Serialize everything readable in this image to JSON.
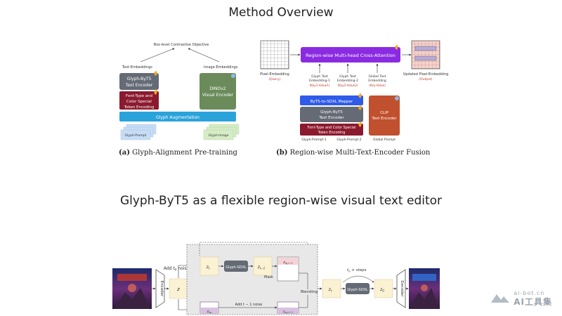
{
  "titles": {
    "method": "Method Overview",
    "editor": "Glyph-ByT5 as a flexible region-wise visual text editor"
  },
  "fig_a": {
    "objective": "Box-level Contrastive Objective",
    "text_embeddings": "Text-Embeddings",
    "image_embeddings": "Image-Embeddings",
    "glyph_byt5": [
      "Glyph-ByT5",
      "Text Encoder"
    ],
    "font_type": [
      "Font-Type and",
      "Color Special",
      "Token Encoding"
    ],
    "dinov2": [
      "DINOv2",
      "Visual Encoder"
    ],
    "glyph_aug": "Glyph Augmentation",
    "glyph_prompt": "Glyph-Prompt",
    "glyph_image": "Glyph-Image",
    "caption_tag": "(a)",
    "caption_text": "Glyph-Alignment Pre-training"
  },
  "fig_b": {
    "cross_attention": "Region-wise Multi-head Cross-Attention",
    "pixel_embedding": "Pixel-Embedding",
    "query": "(Query)",
    "glyph_emb_1": [
      "Glyph Text",
      "Embedding-1"
    ],
    "key_value_1": "(Key1-Value1)",
    "glyph_emb_2": [
      "Glyph Text",
      "Embedding-2"
    ],
    "key_value_2": "(Key2-Value2)",
    "global_emb": [
      "Global Text",
      "Embedding"
    ],
    "key_value": "(Key-Value)",
    "updated_pixel": "Updated Pixel-Embedding",
    "output": "(Output)",
    "mapper": "ByT5-to-SDXL Mapper",
    "glyph_byt5": [
      "Glyph-ByT5",
      "Text Encoder"
    ],
    "font_type": [
      "Font-Type and Color Special",
      "Token Encoding"
    ],
    "clip": [
      "CLIP",
      "Text Encoder"
    ],
    "glyph_prompt_1": "Glyph-Prompt-1",
    "glyph_prompt_2": "Glyph-Prompt-2",
    "global_prompt": "Global Prompt",
    "caption_tag": "(b)",
    "caption_text": "Region-wise Multi-Text-Encoder Fusion"
  },
  "editor": {
    "encoder": "Encoder",
    "decoder": "Decoder",
    "z": "z",
    "add_noise": "Add t",
    "add_noise_sub": "0",
    "add_noise_suffix": " noise",
    "zt": "z",
    "zt_sub": "t",
    "glyph_sdxl": "Glyph-SDXL",
    "zt1": "z",
    "zt1_sub": "t−1",
    "fg": "z",
    "fg_sub": "fg,t−1",
    "mask": "Mask",
    "blending": "Blending",
    "zbg": "z",
    "zbg_sub": "bg",
    "add_t1": "Add t − 1 noise",
    "zbg1": "z",
    "zbg1_sub": "bg,t−1",
    "steps": "t",
    "steps_sub": "0",
    "steps_suffix": " × steps",
    "zt0": "z",
    "zt0_sub": "t",
    "z0": "z",
    "z0_sub": "0"
  },
  "watermark": {
    "domain": "ai-bot.cn",
    "name": "AI工具集"
  },
  "colors": {
    "glyph_blue": "#4A5FA8",
    "gray_box": "#646B75",
    "red_box": "#8B1A2E",
    "green_box": "#6B8B5A",
    "cyan_bar": "#2AA3DB",
    "light_blue": "#C7DDF5",
    "light_green": "#D5ECC6",
    "purple": "#8A2BE2",
    "blue_mapper": "#2F5BE8",
    "clip_orange": "#C0502E",
    "latent_yellow": "#FBF1D3",
    "flame": "#F5A623"
  }
}
